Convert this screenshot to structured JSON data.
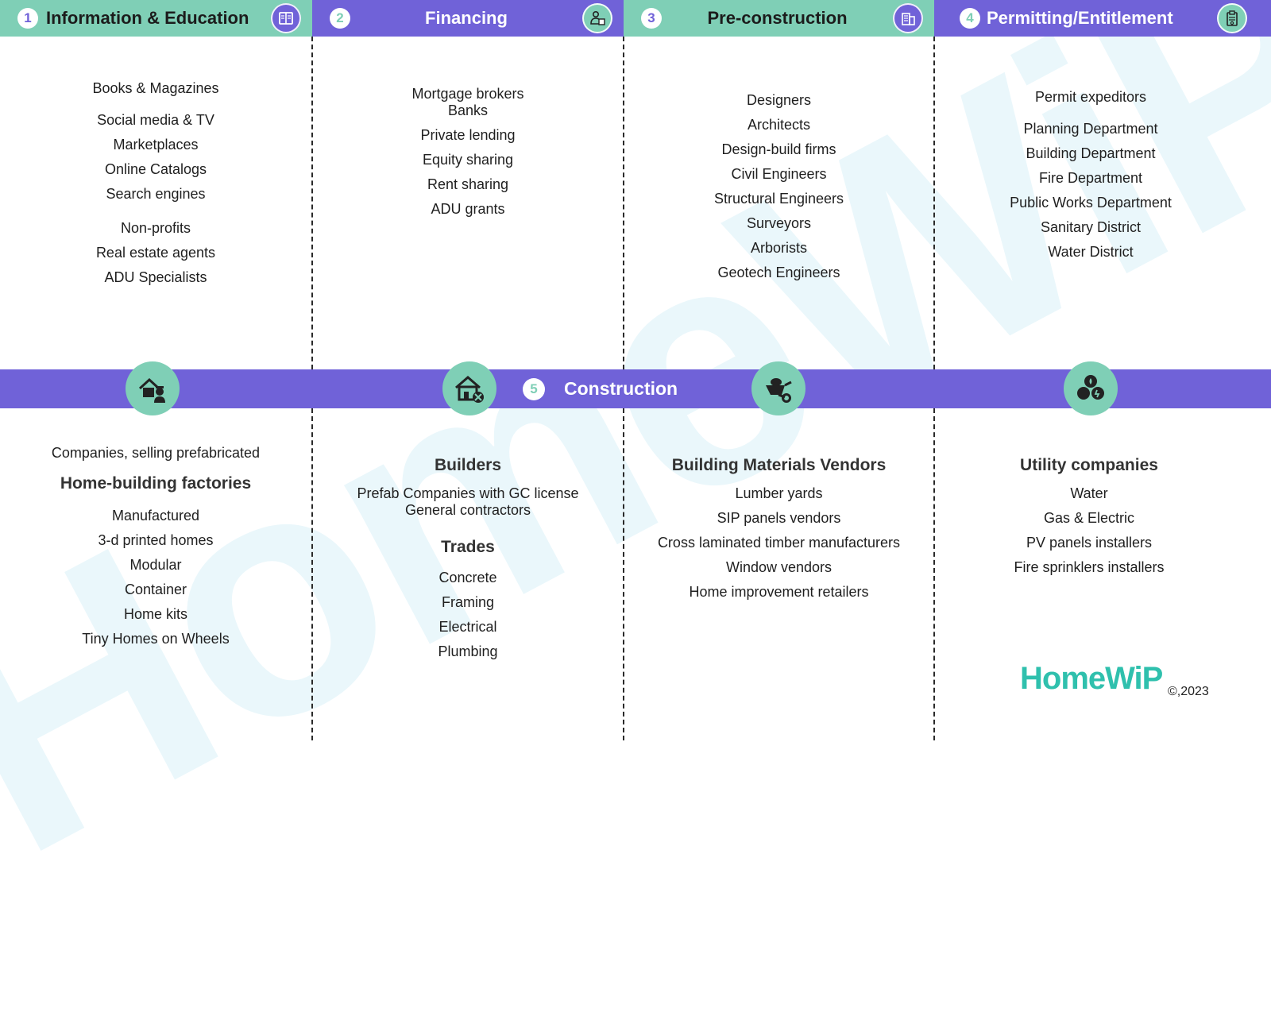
{
  "colors": {
    "teal": "#7fcfb6",
    "purple": "#7062d8",
    "brand": "#2fc0ad"
  },
  "phases": [
    {
      "num": "1",
      "title": "Information & Education",
      "icon": "book-icon"
    },
    {
      "num": "2",
      "title": "Financing",
      "icon": "finance-icon"
    },
    {
      "num": "3",
      "title": "Pre-construction",
      "icon": "building-plan-icon"
    },
    {
      "num": "4",
      "title": "Permitting/Entitlement",
      "icon": "permit-clipboard-icon"
    }
  ],
  "columns_top": {
    "info": [
      "Books & Magazines",
      "Social media & TV",
      "Marketplaces",
      "Online Catalogs",
      "Search engines",
      "Non-profits",
      "Real estate agents",
      "ADU Specialists"
    ],
    "financing": [
      "Mortgage brokers",
      "Banks",
      "Private lending",
      "Equity sharing",
      "Rent sharing",
      "ADU grants"
    ],
    "preconstruction": [
      "Designers",
      "Architects",
      "Design-build firms",
      "Civil Engineers",
      "Structural Engineers",
      "Surveyors",
      "Arborists",
      "Geotech Engineers"
    ],
    "permitting": [
      "Permit expeditors",
      "Planning Department",
      "Building Department",
      "Fire Department",
      "Public Works Department",
      "Sanitary District",
      "Water District"
    ]
  },
  "construction": {
    "num": "5",
    "title": "Construction",
    "icons": [
      "house-worker-icon",
      "house-tools-icon",
      "wheelbarrow-icon",
      "utilities-icon"
    ],
    "factories": {
      "intro": "Companies, selling prefabricated",
      "heading": "Home-building factories",
      "items": [
        "Manufactured",
        "3-d printed homes",
        "Modular",
        "Container",
        "Home kits",
        "Tiny Homes on Wheels"
      ]
    },
    "builders": {
      "heading": "Builders",
      "items": [
        "Prefab Companies with GC license",
        "General contractors"
      ],
      "trades_heading": "Trades",
      "trades": [
        "Concrete",
        "Framing",
        "Electrical",
        "Plumbing"
      ]
    },
    "materials": {
      "heading": "Building Materials Vendors",
      "items": [
        "Lumber yards",
        "SIP panels vendors",
        "Cross laminated timber manufacturers",
        "Window vendors",
        "Home improvement retailers"
      ]
    },
    "utilities": {
      "heading": "Utility companies",
      "items": [
        "Water",
        "Gas & Electric",
        "PV panels installers",
        "Fire sprinklers installers"
      ]
    }
  },
  "watermark": "HomeWiP",
  "logo": "HomeWiP",
  "copyright": "©,2023"
}
